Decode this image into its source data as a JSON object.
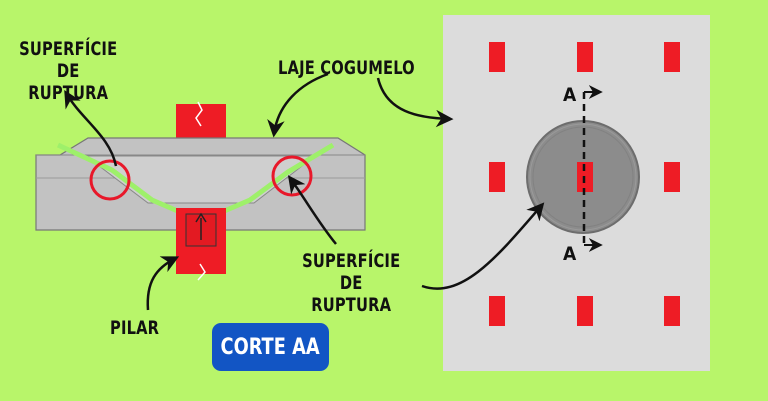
{
  "labels": {
    "rupture_top_left": "SUPERFÍCIE DE\nRUPTURA",
    "mushroom_slab": "LAJE COGUMELO",
    "rupture_bottom": "SUPERFÍCIE DE\nRUPTURA",
    "pillar": "PILAR",
    "section_button": "CORTE AA",
    "section_mark_top": "A",
    "section_mark_bottom": "A"
  },
  "colors": {
    "background": "#b8f56a",
    "column": "#ee1c25",
    "slab_gray": "#c4c4c4",
    "plan_panel": "#dcdcdc",
    "button": "#1255c4",
    "highlight_circle": "#e8182a"
  }
}
